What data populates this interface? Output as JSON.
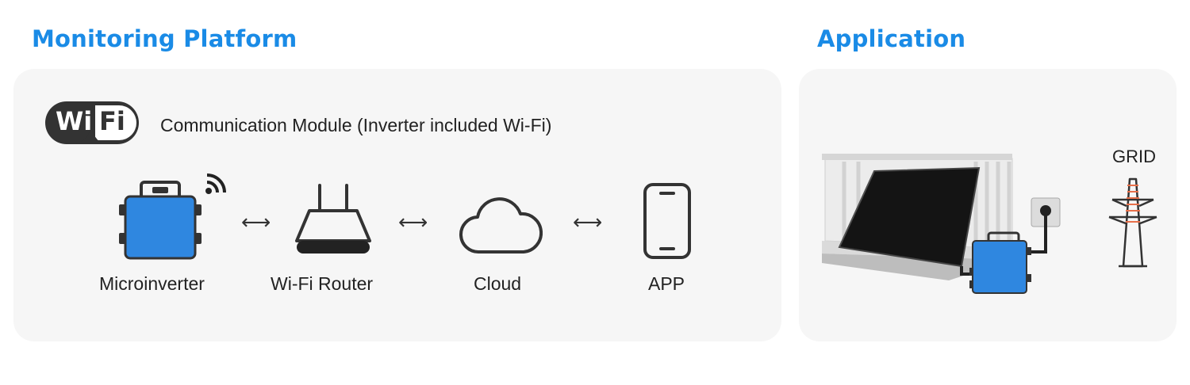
{
  "monitoring": {
    "title": "Monitoring Platform",
    "wifi_logo": {
      "left": "Wi",
      "right": "Fi"
    },
    "module_text": "Communication Module (Inverter included Wi-Fi)",
    "flow": [
      {
        "label": "Microinverter",
        "icon": "microinverter-icon"
      },
      {
        "label": "Wi-Fi Router",
        "icon": "router-icon"
      },
      {
        "label": "Cloud",
        "icon": "cloud-icon"
      },
      {
        "label": "APP",
        "icon": "phone-icon"
      }
    ],
    "arrow_glyph": "⟷"
  },
  "application": {
    "title": "Application",
    "grid_label": "GRID"
  },
  "colors": {
    "accent": "#1a8be6",
    "device_blue": "#2f87e0",
    "panel_bg": "#f6f6f6",
    "dark": "#333333"
  }
}
